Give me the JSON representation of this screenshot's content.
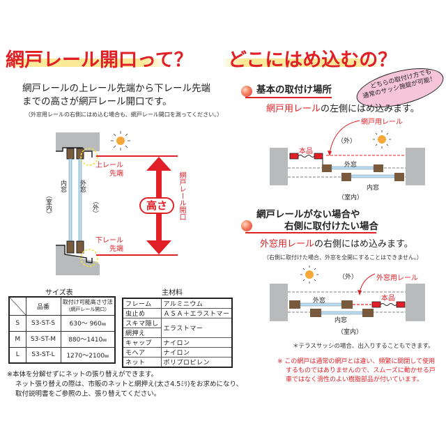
{
  "left": {
    "title": "網戸レール開口って？",
    "lead_line1": "網戸レールの上レール先端から下レール先端",
    "lead_line2": "までの高さが網戸レール開口です。",
    "lead_note": "（外窓用レールの右側にはめ込む場合も、網戸レール開口を測ってください。）",
    "diagram": {
      "upper_label_1": "上レール",
      "upper_label_2": "先端",
      "lower_label_1": "下レール",
      "lower_label_2": "先端",
      "inner_window": "内窓",
      "outer_window": "外窓",
      "indoor": "（室内）",
      "outdoor": "（外）",
      "height_badge": "高さ",
      "vertical_label": "網戸レール開口"
    }
  },
  "right": {
    "title": "どこにはめ込むの？",
    "bubble_line1": "どちらの取付け方でも",
    "bubble_line2": "通常のサッシ施錠が可能！",
    "section1": {
      "heading": "基本の取付け場所",
      "lead_red": "網戸用レール",
      "lead_rest": "の左側にはめ込みます。",
      "callout": "網戸用レール",
      "product": "本品",
      "outdoor": "（外）",
      "outer_window": "外窓",
      "inner_window": "内窓",
      "indoor": "（室内）"
    },
    "section2": {
      "heading_line1": "網戸レールがない場合や",
      "heading_line2": "右側に取付けたい場合",
      "lead_red": "外窓用レール",
      "lead_rest": "の右側にはめ込みます。",
      "lead_note": "（右側に取付けた場合、外窓を全開にすることはできません。）",
      "callout": "外窓用レール",
      "product": "本品",
      "outdoor": "（外）",
      "outer_window": "外窓",
      "inner_window": "内窓",
      "indoor": "（室内）",
      "footnote": "＊テラスサッシの場合、出入りすることもできます。"
    },
    "warning_line1": "※ この網戸は通常の網戸とは違い、頻繁に開閉して使用",
    "warning_line2": "するものではありませんので、スムーズに動かせる戸",
    "warning_line3": "車ではなく滑性のよい樹脂部品が付いています。"
  },
  "size_table": {
    "caption": "サイズ表",
    "headers": [
      "",
      "品番",
      "取付け可能高さ寸法",
      "（網戸レール開口）"
    ],
    "rows": [
      {
        "size": "S",
        "code": "S3-ST-S",
        "range": "630～ 960",
        "unit": "㎜"
      },
      {
        "size": "M",
        "code": "S3-ST-M",
        "range": "880～1410",
        "unit": "㎜"
      },
      {
        "size": "L",
        "code": "S3-ST-L",
        "range": "1270～2100",
        "unit": "㎜"
      }
    ]
  },
  "material_table": {
    "caption": "主材料",
    "rows": [
      {
        "part": "フレーム",
        "material": "アルミニウム"
      },
      {
        "part": "虫止め",
        "material": "ＡＳＡ＋エラストマー"
      },
      {
        "part": "スキマ隠し",
        "material": "エラストマー"
      },
      {
        "part": "網押え",
        "material": ""
      },
      {
        "part": "キャップ",
        "material": "ナイロン"
      },
      {
        "part": "モヘア",
        "material": "ナイロン"
      },
      {
        "part": "ネット",
        "material": "ポリプロピレン"
      }
    ]
  },
  "footnote": {
    "line1": "※本体を分解せずにネットの張り替えができます。",
    "line2": "ネット張り替えの際は、市販のネットと網押え(太さ4.5ﾐﾘ)をお求めになり、",
    "line3": "取付説明書をご参照の上、張り替えてください。"
  },
  "colors": {
    "accent_red": "#e01f26",
    "band_yellow": "#fbe99a",
    "wall_gray": "#b9babc",
    "frame_brown": "#7a5a3c",
    "glass_blue": "#bcdcef",
    "sun_orange": "#f6a73a",
    "bubble_pink": "#f6c5d8"
  }
}
